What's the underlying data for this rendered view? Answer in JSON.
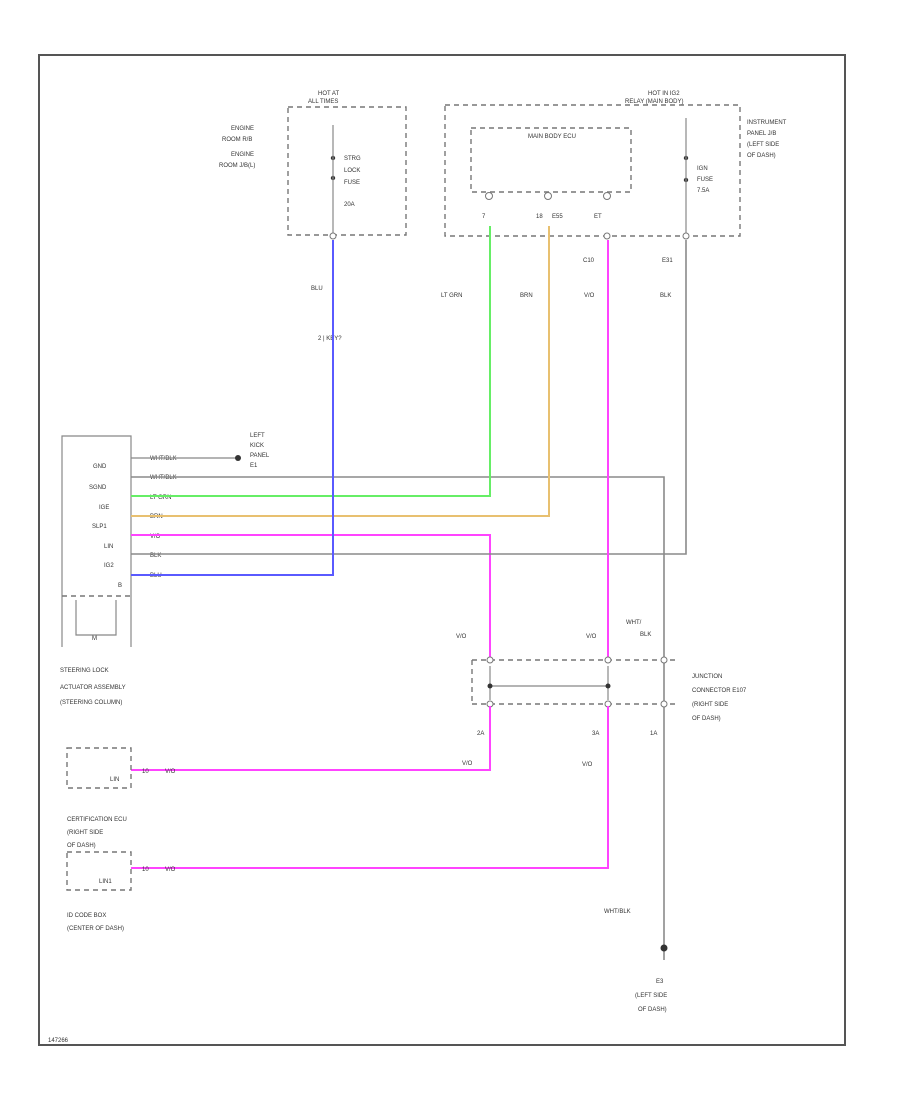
{
  "colors": {
    "blu": "#5a5aff",
    "lt_grn": "#66ee66",
    "brn": "#e8c070",
    "v_o": "#ff44ff",
    "gray": "#8a8a8a"
  },
  "fuse_block_left": {
    "title_line1": "HOT AT",
    "title_line2": "ALL TIMES",
    "location": [
      "ENGINE",
      "ROOM R/B",
      "ENGINE",
      "ROOM J/B(L)"
    ],
    "fuse": [
      "STRG",
      "LOCK",
      "FUSE",
      "20A"
    ]
  },
  "fuse_block_right": {
    "title_line1": "HOT IN IG2",
    "title_line2": "RELAY (MAIN BODY)",
    "location": [
      "INSTRUMENT",
      "PANEL J/B",
      "(LEFT SIDE",
      "OF DASH)"
    ],
    "fuse": [
      "IGN",
      "FUSE",
      "7.5A"
    ]
  },
  "main_body_ecu": {
    "label": "MAIN BODY ECU",
    "pins": [
      "7",
      "18",
      "E55",
      "ET"
    ]
  },
  "wires": {
    "blu": "BLU",
    "blu_connector": "2 | KEY?",
    "lt_grn": "LT GRN",
    "brn": "BRN",
    "v_o": "V/O",
    "v_o_pin": "C10",
    "blk": "BLK",
    "blk_pin": "E31"
  },
  "ground_top": {
    "lines": [
      "LEFT",
      "KICK",
      "PANEL",
      "E1"
    ]
  },
  "actuator": {
    "pins": [
      "GND",
      "SGND",
      "IGE",
      "SLP1",
      "LIN",
      "IG2",
      "B"
    ],
    "wires": [
      "WHT/BLK",
      "WHT/BLK",
      "LT GRN",
      "BRN",
      "V/O",
      "BLK",
      "BLU"
    ],
    "motor": "M",
    "name": [
      "STEERING LOCK",
      "ACTUATOR ASSEMBLY",
      "(STEERING COLUMN)"
    ]
  },
  "junction": {
    "top_labels": [
      "V/O",
      "V/O",
      "WHT/",
      "BLK"
    ],
    "bottom_labels": [
      "2A",
      "3A",
      "1A"
    ],
    "name": [
      "JUNCTION",
      "CONNECTOR E107",
      "(RIGHT SIDE",
      "OF DASH)"
    ]
  },
  "cert_ecu": {
    "pin": "LIN",
    "wire_pin": "10",
    "wire": "V/O",
    "wire_mid": "V/O",
    "name": [
      "CERTIFICATION ECU",
      "(RIGHT SIDE",
      "OF DASH)"
    ]
  },
  "id_code_box": {
    "pin": "LIN1",
    "wire_pin": "10",
    "wire": "V/O",
    "wire_mid": "V/O",
    "name": [
      "ID CODE BOX",
      "(CENTER OF DASH)"
    ]
  },
  "ground_bottom": {
    "wire": "WHT/BLK",
    "lines": [
      "E3",
      "(LEFT SIDE",
      "OF DASH)"
    ]
  },
  "diagram_id": "147266"
}
